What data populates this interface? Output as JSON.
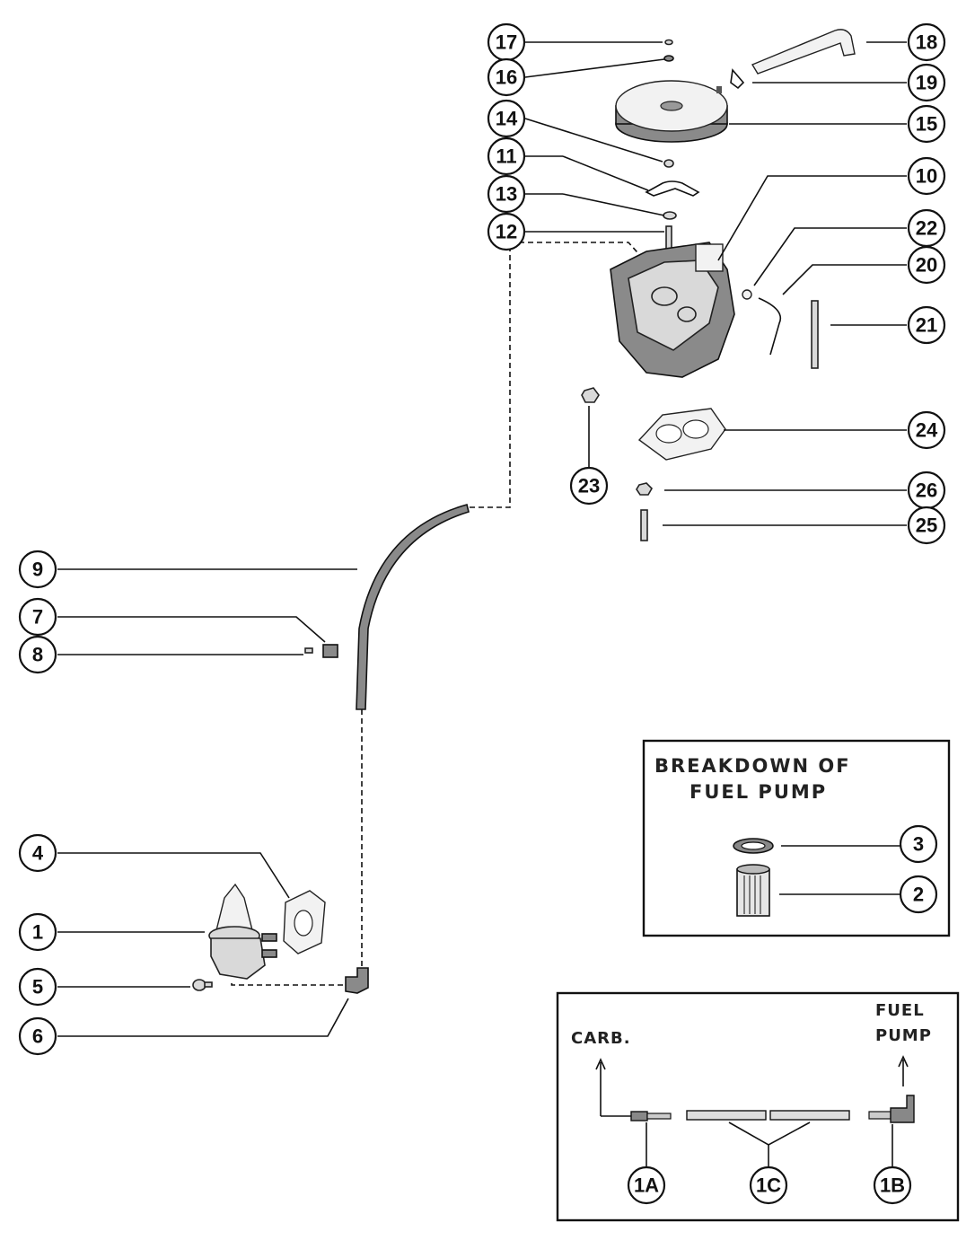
{
  "diagram": {
    "callouts": {
      "c1": "1",
      "c2": "2",
      "c3": "3",
      "c4": "4",
      "c5": "5",
      "c6": "6",
      "c7": "7",
      "c8": "8",
      "c9": "9",
      "c10": "10",
      "c11": "11",
      "c12": "12",
      "c13": "13",
      "c14": "14",
      "c15": "15",
      "c16": "16",
      "c17": "17",
      "c18": "18",
      "c19": "19",
      "c20": "20",
      "c21": "21",
      "c22": "22",
      "c23": "23",
      "c24": "24",
      "c25": "25",
      "c26": "26",
      "c1A": "1A",
      "c1B": "1B",
      "c1C": "1C"
    },
    "breakdown_box": {
      "title_line1": "BREAKDOWN OF",
      "title_line2": "FUEL PUMP"
    },
    "line_inset": {
      "carb_label": "CARB.",
      "fuel_pump_label_line1": "FUEL",
      "fuel_pump_label_line2": "PUMP"
    }
  }
}
